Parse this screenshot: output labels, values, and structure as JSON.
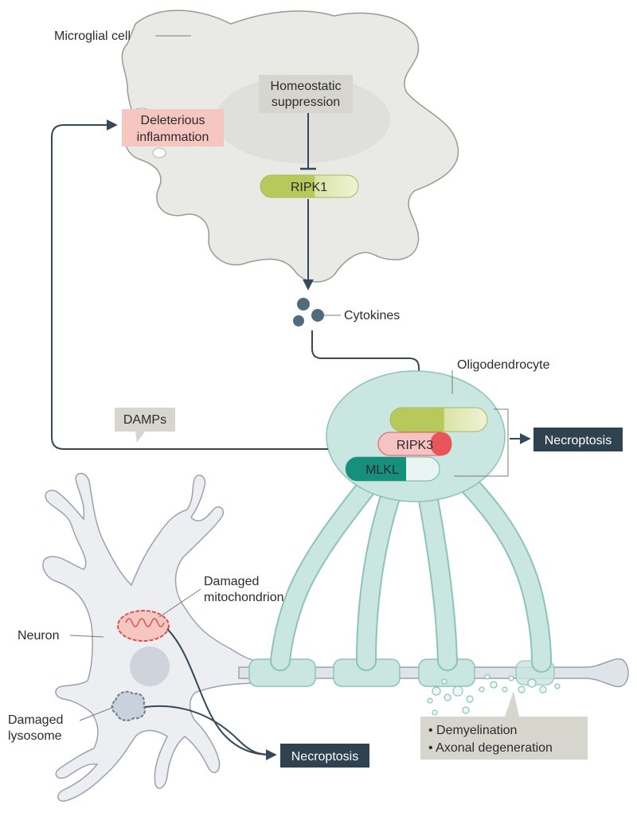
{
  "labels": {
    "microglial_cell": "Microglial cell",
    "homeostatic_line1": "Homeostatic",
    "homeostatic_line2": "suppression",
    "deleterious_line1": "Deleterious",
    "deleterious_line2": "inflammation",
    "ripk1": "RIPK1",
    "cytokines": "Cytokines",
    "oligodendrocyte": "Oligodendrocyte",
    "damps": "DAMPs",
    "ripk3": "RIPK3",
    "mlkl": "MLKL",
    "necroptosis_top": "Necroptosis",
    "necroptosis_bottom": "Necroptosis",
    "neuron": "Neuron",
    "damaged_mito_line1": "Damaged",
    "damaged_mito_line2": "mitochondrion",
    "damaged_lyso_line1": "Damaged",
    "damaged_lyso_line2": "lysosome",
    "demyelination": "• Demyelination",
    "axonal_degeneration": "• Axonal degeneration"
  },
  "colors": {
    "microglia_fill": "#e9e9e6",
    "microglia_stroke": "#9a9a94",
    "nucleus_fill": "#d9d9d5",
    "oligo_fill": "#c9e6e0",
    "oligo_stroke": "#8ec3b8",
    "neuron_fill": "#eceef2",
    "neuron_stroke": "#9aa2ad",
    "arrow": "#34495a",
    "pink_box": "#f6c6c0",
    "gray_box": "#d6d6cf",
    "dark_box": "#2f4250",
    "ripk1_green": "#b7c95a",
    "ripk1_light": "#e8eec9",
    "ripk3_red": "#e8545a",
    "ripk3_light": "#f6c3c3",
    "mlkl_teal": "#16907d",
    "mlkl_light": "#e9f5f2",
    "cytokine": "#4f6c7c"
  }
}
